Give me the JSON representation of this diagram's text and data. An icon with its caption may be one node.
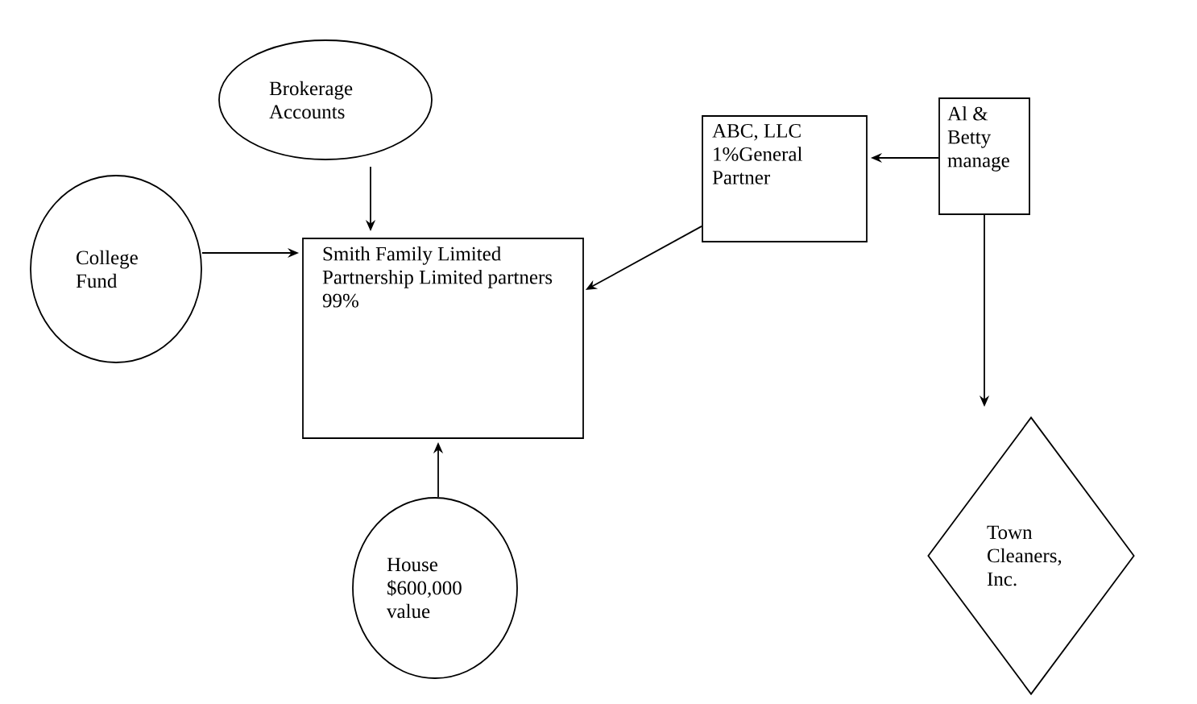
{
  "diagram": {
    "nodes": [
      {
        "text": [
          "Brokerage Accounts"
        ]
      },
      {
        "text": [
          "College Fund"
        ]
      },
      {
        "text": [
          "Smith Family Limited Partnership Limited partners 99%"
        ]
      },
      {
        "text": [
          "ABC, LLC 1%General Partner"
        ]
      },
      {
        "text": [
          "Al & Betty manage"
        ]
      },
      {
        "text": [
          "House $600,000 value"
        ]
      },
      {
        "text": [
          "Town Cleaners, Inc."
        ]
      }
    ],
    "edges": [
      {
        "from": 0,
        "to": 2,
        "arrow": "to"
      },
      {
        "from": 1,
        "to": 2,
        "arrow": "to"
      },
      {
        "from": 5,
        "to": 2,
        "arrow": "to"
      },
      {
        "from": 3,
        "to": 2,
        "arrow": "to"
      },
      {
        "from": 4,
        "to": 3,
        "arrow": "to"
      },
      {
        "from": 4,
        "to": 6,
        "arrow": "to"
      }
    ]
  }
}
